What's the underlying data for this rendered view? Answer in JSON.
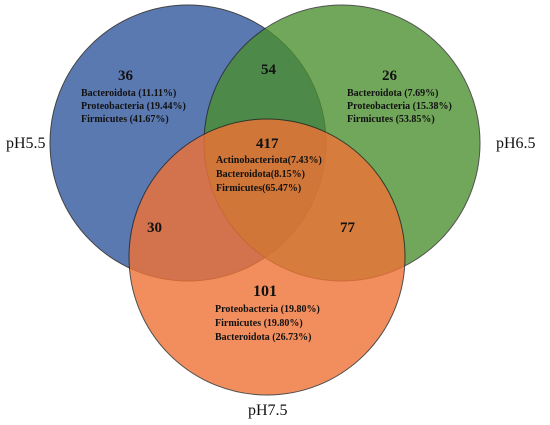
{
  "sets": [
    {
      "label": "pH5.5",
      "color": "#3f62a4"
    },
    {
      "label": "pH6.5",
      "color": "#4a8f2c"
    },
    {
      "label": "pH7.5",
      "color": "#f07235"
    }
  ],
  "regions": {
    "only_a": {
      "count": "36",
      "taxa": [
        "Bacteroidota (11.11%)",
        "Proteobacteria (19.44%)",
        "Firmicutes (41.67%)"
      ]
    },
    "a_b": {
      "count": "54"
    },
    "only_b": {
      "count": "26",
      "taxa": [
        "Bacteroidota (7.69%)",
        "Proteobacteria (15.38%)",
        "Firmicutes (53.85%)"
      ]
    },
    "all": {
      "count": "417",
      "taxa": [
        "Actinobacteriota(7.43%)",
        "Bacteroidota(8.15%)",
        "Firmicutes(65.47%)"
      ]
    },
    "a_c": {
      "count": "30"
    },
    "b_c": {
      "count": "77"
    },
    "only_c": {
      "count": "101",
      "taxa": [
        "Proteobacteria (19.80%)",
        "Firmicutes (19.80%)",
        "Bacteroidota (26.73%)"
      ]
    }
  }
}
